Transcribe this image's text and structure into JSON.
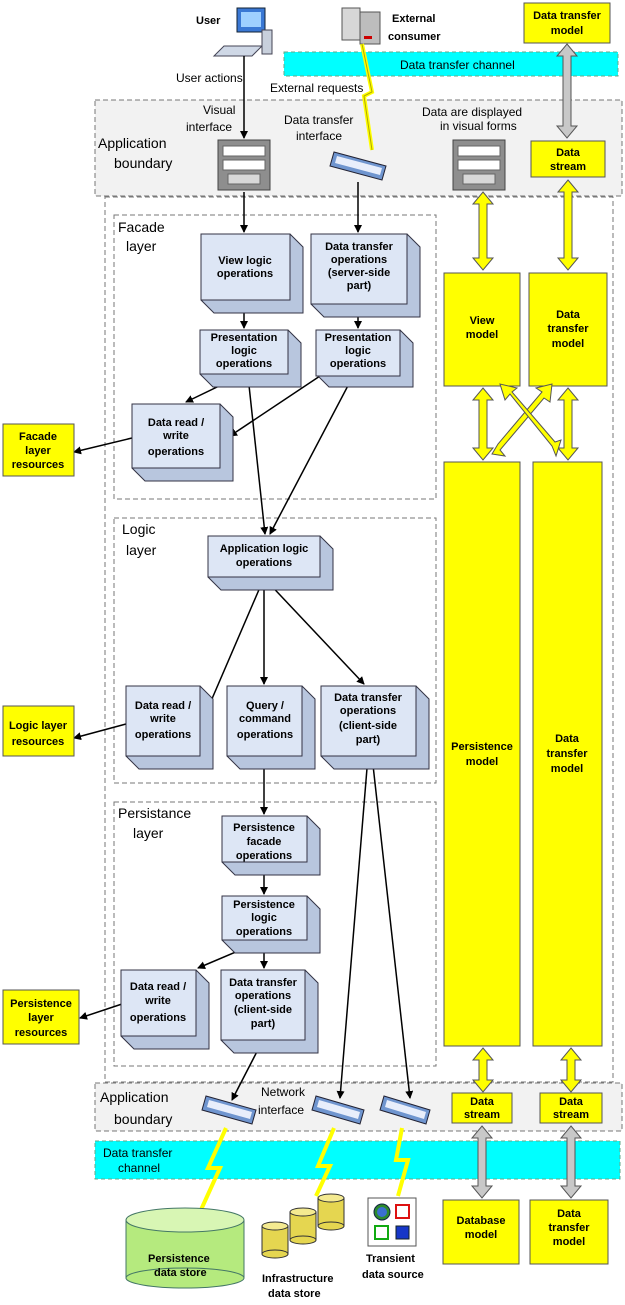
{
  "labels": {
    "user": "User",
    "user_actions": "User actions",
    "external_consumer": [
      "External",
      "consumer"
    ],
    "external_requests": "External requests",
    "data_transfer_channel_top": "Data transfer channel",
    "data_transfer_channel_bottom": [
      "Data transfer",
      "channel"
    ],
    "visual_interface": [
      "Visual",
      "interface"
    ],
    "data_transfer_interface": [
      "Data transfer",
      "interface"
    ],
    "data_displayed": [
      "Data are displayed",
      "in visual forms"
    ],
    "app_boundary_top": [
      "Application",
      "boundary"
    ],
    "app_boundary_bottom": [
      "Application",
      "boundary"
    ],
    "network_interface": [
      "Network",
      "interface"
    ]
  },
  "layers": {
    "facade": [
      "Facade",
      "layer"
    ],
    "logic": [
      "Logic",
      "layer"
    ],
    "persistence": [
      "Persistance",
      "layer"
    ]
  },
  "operations": {
    "view_logic": [
      "View logic",
      "operations"
    ],
    "dt_server": [
      "Data transfer",
      "operations",
      "(server-side",
      "part)"
    ],
    "pres_logic_1": [
      "Presentation",
      "logic",
      "operations"
    ],
    "pres_logic_2": [
      "Presentation",
      "logic",
      "operations"
    ],
    "facade_rw": [
      "Data read /",
      "write",
      "operations"
    ],
    "app_logic": [
      "Application logic",
      "operations"
    ],
    "logic_rw": [
      "Data read /",
      "write",
      "operations"
    ],
    "query_cmd": [
      "Query /",
      "command",
      "operations"
    ],
    "dt_client_logic": [
      "Data transfer",
      "operations",
      "(client-side",
      "part)"
    ],
    "pers_facade": [
      "Persistence",
      "facade",
      "operations"
    ],
    "pers_logic": [
      "Persistence",
      "logic",
      "operations"
    ],
    "pers_rw": [
      "Data read /",
      "write",
      "operations"
    ],
    "dt_client_pers": [
      "Data transfer",
      "operations",
      "(client-side",
      "part)"
    ]
  },
  "models": {
    "dt_model_top": [
      "Data transfer",
      "model"
    ],
    "data_stream_top": [
      "Data",
      "stream"
    ],
    "view_model": [
      "View",
      "model"
    ],
    "dt_model_mid": [
      "Data",
      "transfer",
      "model"
    ],
    "persistence_model": [
      "Persistence",
      "model"
    ],
    "dt_model_tall": [
      "Data",
      "transfer",
      "model"
    ],
    "data_stream_bl": [
      "Data",
      "stream"
    ],
    "data_stream_br": [
      "Data",
      "stream"
    ],
    "database_model": [
      "Database",
      "model"
    ],
    "dt_model_bottom": [
      "Data",
      "transfer",
      "model"
    ]
  },
  "resources": {
    "facade": [
      "Facade",
      "layer",
      "resources"
    ],
    "logic": [
      "Logic layer",
      "resources"
    ],
    "persistence": [
      "Persistence",
      "layer",
      "resources"
    ]
  },
  "stores": {
    "persistence": [
      "Persistence",
      "data store"
    ],
    "infrastructure": [
      "Infrastructure",
      "data store"
    ],
    "transient": [
      "Transient",
      "data source"
    ]
  },
  "colors": {
    "yellow": "#ffff00",
    "cyan": "#00ffff",
    "box_face": "#dde6f5",
    "box_side": "#b8c6de",
    "store_green": "#b5ea7e",
    "boundary_bg": "#f2f2f2"
  }
}
